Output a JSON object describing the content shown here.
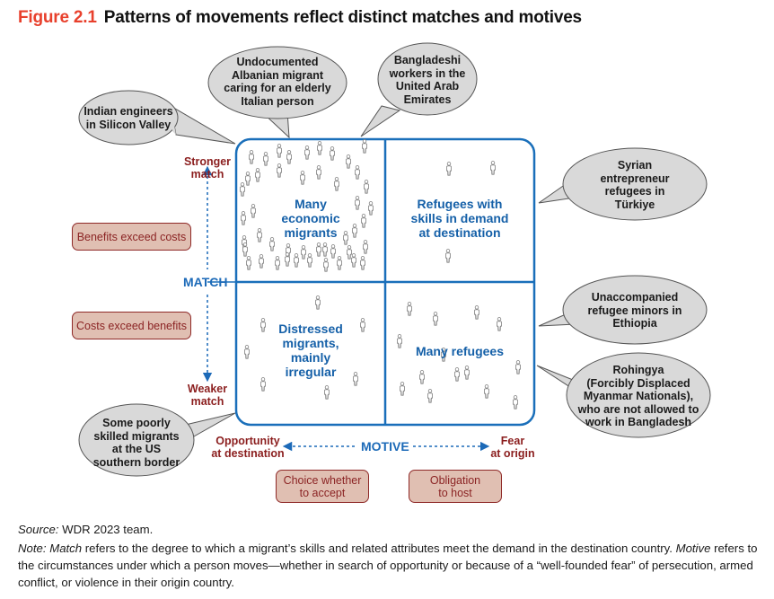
{
  "figure": {
    "number": "Figure 2.1",
    "title": "Patterns of movements reflect distinct matches and motives"
  },
  "axes": {
    "match": {
      "label": "MATCH",
      "top_label": "Stronger\nmatch",
      "bottom_label": "Weaker\nmatch"
    },
    "motive": {
      "label": "MOTIVE",
      "left_label": "Opportunity\nat destination",
      "right_label": "Fear\nat origin"
    }
  },
  "side_notes": {
    "match_high": "Benefits exceed costs",
    "match_low": "Costs exceed benefits",
    "motive_left": "Choice whether\nto accept",
    "motive_right": "Obligation\nto host"
  },
  "quadrants": [
    {
      "id": "top-left",
      "label": "Many\neconomic\nmigrants",
      "figure_count": 46
    },
    {
      "id": "top-right",
      "label": "Refugees with\nskills in demand\nat destination",
      "figure_count": 3
    },
    {
      "id": "bottom-left",
      "label": "Distressed\nmigrants,\nmainly\nirregular",
      "figure_count": 7
    },
    {
      "id": "bottom-right",
      "label": "Many refugees",
      "figure_count": 14
    }
  ],
  "examples": [
    {
      "id": "indian-engineers",
      "text": "Indian engineers\nin Silicon Valley",
      "quadrant": "top-left"
    },
    {
      "id": "albanian-migrant",
      "text": "Undocumented\nAlbanian migrant\ncaring for an elderly\nItalian person",
      "quadrant": "top-left"
    },
    {
      "id": "bangladeshi-workers",
      "text": "Bangladeshi\nworkers in the\nUnited Arab\nEmirates",
      "quadrant": "top-left"
    },
    {
      "id": "syrian-entrepreneurs",
      "text": "Syrian\nentrepreneur\nrefugees in\nTürkiye",
      "quadrant": "top-right"
    },
    {
      "id": "unaccompanied-minors",
      "text": "Unaccompanied\nrefugee minors in\nEthiopia",
      "quadrant": "bottom-right"
    },
    {
      "id": "rohingya",
      "text": "Rohingya\n(Forcibly Displaced\nMyanmar Nationals),\nwho are not allowed to\nwork in Bangladesh",
      "quadrant": "bottom-right"
    },
    {
      "id": "us-border",
      "text": "Some poorly\nskilled migrants\nat the US\nsouthern border",
      "quadrant": "bottom-left"
    }
  ],
  "footer": {
    "source_label": "Source:",
    "source_text": " WDR 2023 team.",
    "note_label": "Note:",
    "note_term1": "Match",
    "note_text1": " refers to the degree to which a migrant’s skills and related attributes meet the demand in the destination country. ",
    "note_term2": "Motive",
    "note_text2": " refers to the circumstances under which a person moves—whether in search of opportunity or because of a “well-founded fear” of persecution, armed conflict, or violence in their origin country."
  },
  "colors": {
    "title_accent": "#e8402c",
    "grid_blue": "#1a6fba",
    "label_blue": "#1560a8",
    "axis_red": "#8b1e1e",
    "pill_fill": "#e0bfb2",
    "pill_border": "#8f2a28",
    "bubble_fill": "#d9d9d9",
    "bubble_stroke": "#555555",
    "person_stroke": "#777777"
  }
}
